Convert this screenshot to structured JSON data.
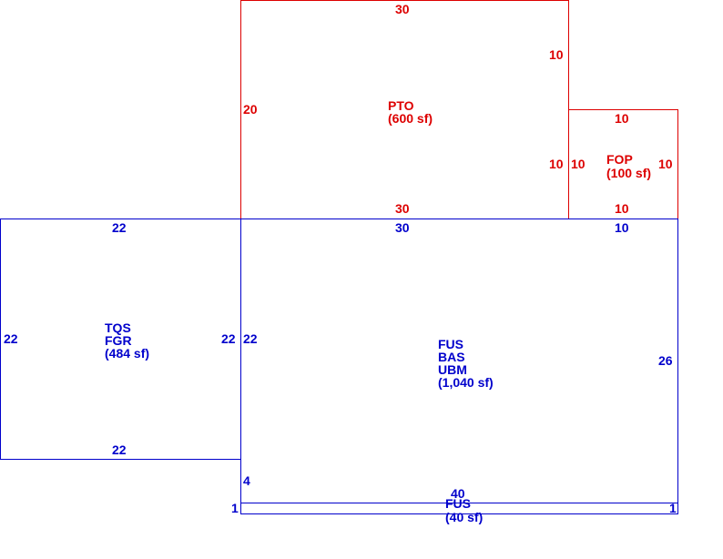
{
  "colors": {
    "main_living": "#0000cc",
    "porch": "#dd0000"
  },
  "areas": {
    "pto": {
      "codes": [
        "PTO"
      ],
      "area": "(600 sf)",
      "top": "30",
      "bottom": "30",
      "left": "20",
      "right": "10",
      "right_lower": "10"
    },
    "fop": {
      "codes": [
        "FOP"
      ],
      "area": "(100 sf)",
      "top": "10",
      "bottom": "10",
      "left": "10",
      "right": "10"
    },
    "tqs": {
      "codes": [
        "TQS",
        "FGR"
      ],
      "area": "(484 sf)",
      "top": "22",
      "bottom": "22",
      "left": "22",
      "right": "22"
    },
    "fus": {
      "codes": [
        "FUS",
        "BAS",
        "UBM"
      ],
      "area": "(1,040 sf)",
      "top": "30",
      "top_right": "10",
      "left": "22",
      "left_lower": "4",
      "right": "26",
      "bottom": "40"
    },
    "strip": {
      "codes": [
        "FUS"
      ],
      "area": "(40 sf)",
      "left": "1",
      "right": "1"
    }
  }
}
